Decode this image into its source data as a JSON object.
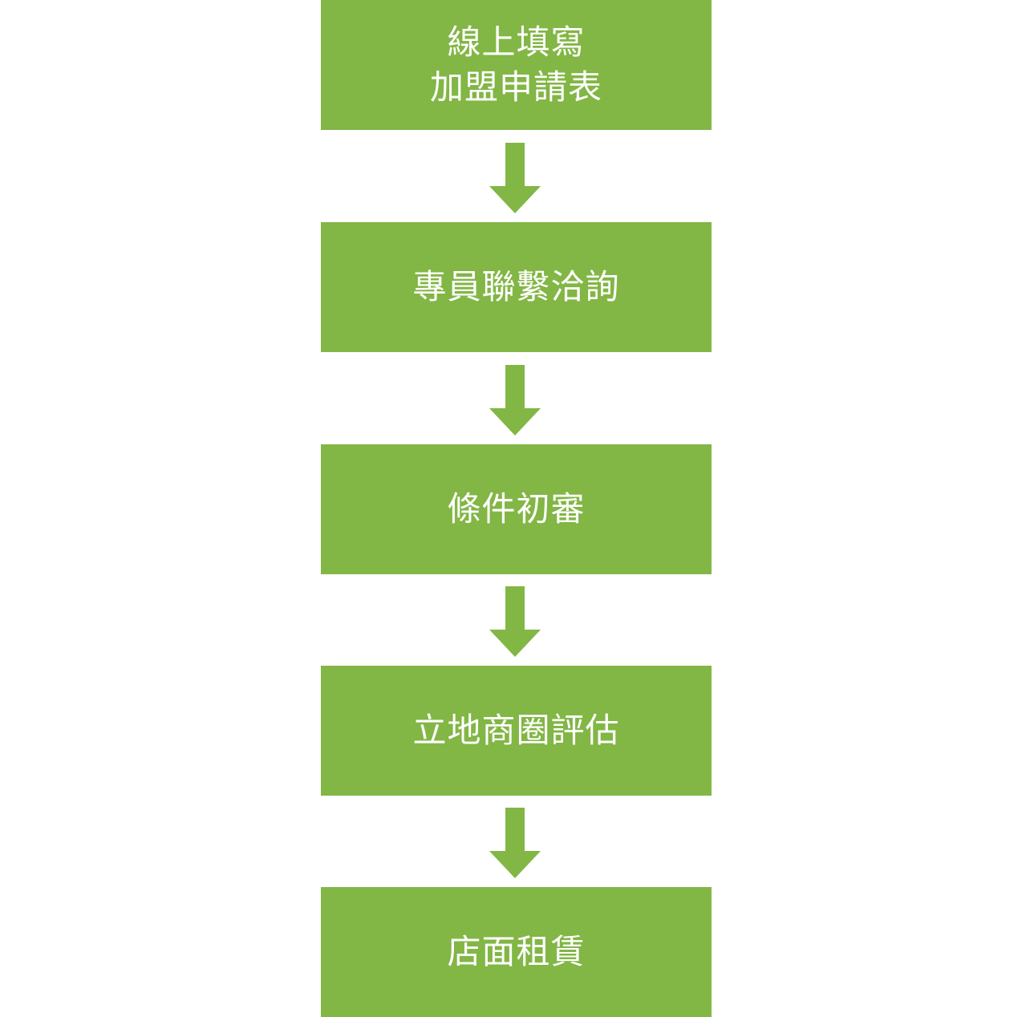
{
  "colors": {
    "box_fill": "#82b645",
    "arrow_fill": "#82b645",
    "text": "#ffffff",
    "background": "#ffffff"
  },
  "steps": [
    {
      "label": "線上填寫\n加盟申請表"
    },
    {
      "label": "專員聯繫洽詢"
    },
    {
      "label": "條件初審"
    },
    {
      "label": "立地商圈評估"
    },
    {
      "label": "店面租賃"
    }
  ],
  "connectors": [
    {
      "from": 1,
      "to": 2,
      "icon": "arrow-down-icon"
    },
    {
      "from": 2,
      "to": 3,
      "icon": "arrow-down-icon"
    },
    {
      "from": 3,
      "to": 4,
      "icon": "arrow-down-icon"
    },
    {
      "from": 4,
      "to": 5,
      "icon": "arrow-down-icon"
    }
  ]
}
